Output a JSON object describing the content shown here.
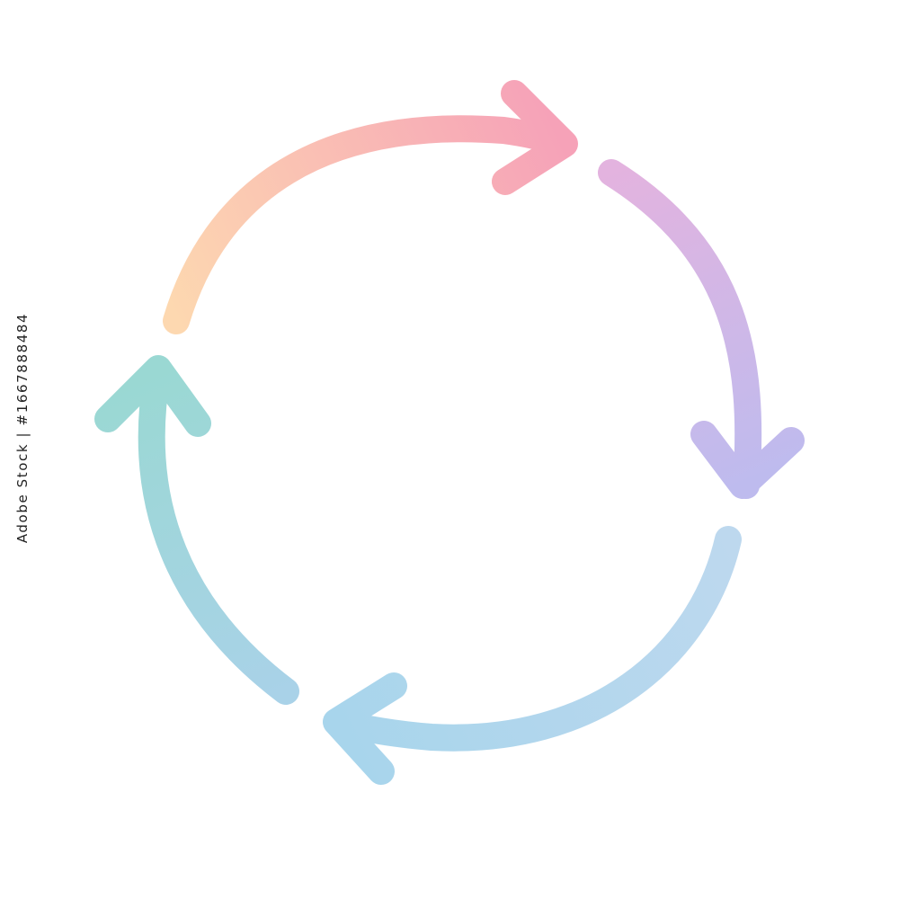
{
  "image_id_label": "Adobe Stock | #1667888484",
  "cycle": {
    "arrow_count": 4,
    "direction": "clockwise",
    "style": "pastel gradient, rounded strokes",
    "arrows": [
      {
        "name": "top-arrow",
        "start_color": "#fdd8b0",
        "end_color": "#f6a2b8"
      },
      {
        "name": "right-arrow",
        "start_color": "#e3b3df",
        "end_color": "#bebbee"
      },
      {
        "name": "bottom-arrow",
        "start_color": "#bdd8ee",
        "end_color": "#a8d5ec"
      },
      {
        "name": "left-arrow",
        "start_color": "#a9d2e8",
        "end_color": "#9ad8d3"
      }
    ]
  }
}
